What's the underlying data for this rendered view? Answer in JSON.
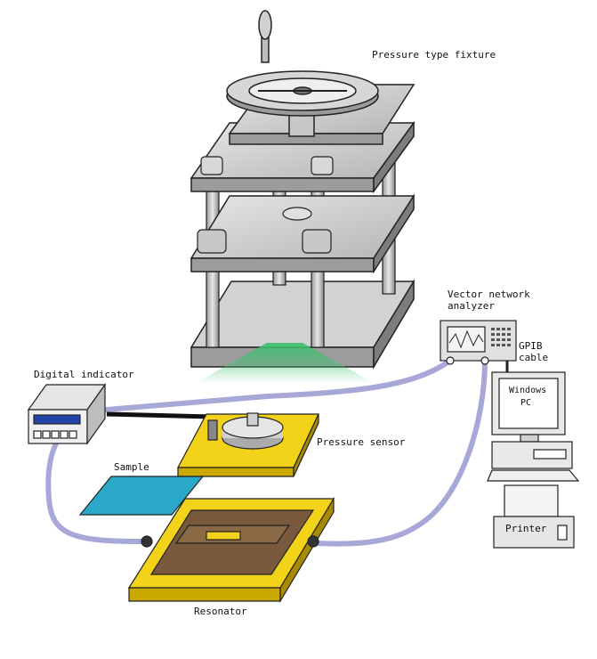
{
  "labels": {
    "fixture": "Pressure type fixture",
    "vna_line1": "Vector network",
    "vna_line2": "analyzer",
    "gpib_line1": "GPIB",
    "gpib_line2": "cable",
    "digital_indicator": "Digital indicator",
    "pressure_sensor": "Pressure sensor",
    "sample": "Sample",
    "resonator": "Resonator",
    "pc_line1": "Windows",
    "pc_line2": "PC",
    "printer": "Printer"
  },
  "colors": {
    "metal": "#c8c8c8",
    "metal_dark": "#8a8a8a",
    "resonator_frame": "#f3d21a",
    "resonator_inner": "#7a5a3c",
    "sample": "#2aa8c8",
    "cable": "#a8a8d8",
    "pressure_glow": "#3fbf6f",
    "indicator_display": "#2244aa"
  },
  "icons": [
    "handwheel-icon",
    "vector-network-analyzer-icon",
    "pc-icon",
    "printer-icon",
    "digital-indicator-icon",
    "pressure-sensor-icon"
  ]
}
